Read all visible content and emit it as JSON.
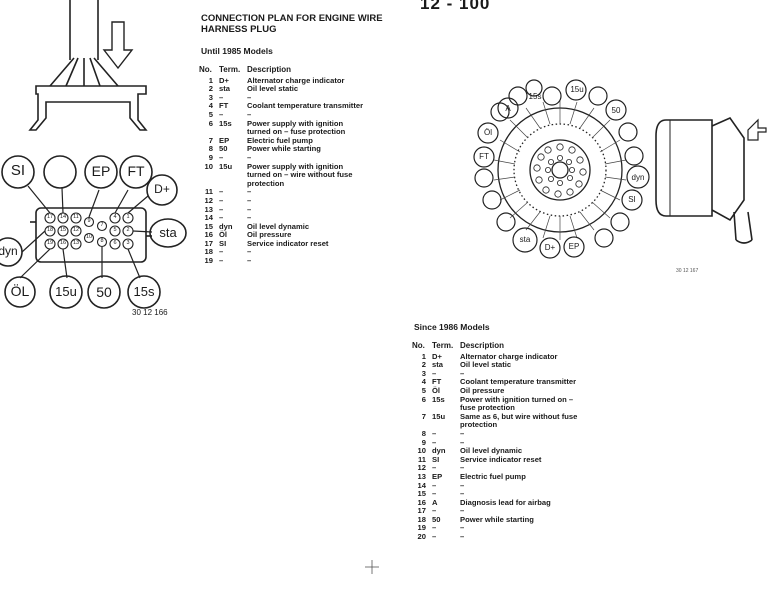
{
  "page_number": "12 - 100",
  "heading": "CONNECTION PLAN FOR ENGINE WIRE HARNESS PLUG",
  "left_plug": {
    "labels": [
      "SI",
      "EP",
      "FT",
      "D+",
      "sta",
      "dyn",
      "ÖL",
      "15u",
      "50",
      "15s"
    ],
    "pin_numbers": [
      "17",
      "14",
      "11",
      "9",
      "7",
      "4",
      "1",
      "18",
      "15",
      "12",
      "10",
      "5",
      "2",
      "19",
      "16",
      "13",
      "8",
      "6",
      "3"
    ],
    "reference": "30 12 166"
  },
  "table_until_1985": {
    "title": "Until 1985 Models",
    "headers": [
      "No.",
      "Term.",
      "Description"
    ],
    "rows": [
      {
        "no": "1",
        "term": "D+",
        "desc": "Alternator charge indicator"
      },
      {
        "no": "2",
        "term": "sta",
        "desc": "Oil level static"
      },
      {
        "no": "3",
        "term": "–",
        "desc": "–"
      },
      {
        "no": "4",
        "term": "FT",
        "desc": "Coolant temperature transmitter"
      },
      {
        "no": "5",
        "term": "–",
        "desc": "–"
      },
      {
        "no": "6",
        "term": "15s",
        "desc": "Power supply with ignition turned on – fuse protection"
      },
      {
        "no": "7",
        "term": "EP",
        "desc": "Electric fuel pump"
      },
      {
        "no": "8",
        "term": "50",
        "desc": "Power while starting"
      },
      {
        "no": "9",
        "term": "–",
        "desc": "–"
      },
      {
        "no": "10",
        "term": "15u",
        "desc": "Power supply with ignition turned on – wire without fuse protection"
      },
      {
        "no": "11",
        "term": "–",
        "desc": "–"
      },
      {
        "no": "12",
        "term": "–",
        "desc": "–"
      },
      {
        "no": "13",
        "term": "–",
        "desc": "–"
      },
      {
        "no": "14",
        "term": "–",
        "desc": "–"
      },
      {
        "no": "15",
        "term": "dyn",
        "desc": "Oil level dynamic"
      },
      {
        "no": "16",
        "term": "Öl",
        "desc": "Oil pressure"
      },
      {
        "no": "17",
        "term": "SI",
        "desc": "Service indicator reset"
      },
      {
        "no": "18",
        "term": "–",
        "desc": "–"
      },
      {
        "no": "19",
        "term": "–",
        "desc": "–"
      }
    ]
  },
  "right_plug": {
    "labels": [
      "15u",
      "15s",
      "50",
      "A",
      "Öl",
      "FT",
      "dyn",
      "SI",
      "sta",
      "D+",
      "EP"
    ],
    "reference": "30 12 167"
  },
  "table_since_1986": {
    "title": "Since 1986 Models",
    "headers": [
      "No.",
      "Term.",
      "Description"
    ],
    "rows": [
      {
        "no": "1",
        "term": "D+",
        "desc": "Alternator charge indicator"
      },
      {
        "no": "2",
        "term": "sta",
        "desc": "Oil level static"
      },
      {
        "no": "3",
        "term": "–",
        "desc": "–"
      },
      {
        "no": "4",
        "term": "FT",
        "desc": "Coolant temperature transmitter"
      },
      {
        "no": "5",
        "term": "Öl",
        "desc": "Oil pressure"
      },
      {
        "no": "6",
        "term": "15s",
        "desc": "Power with ignition turned on – fuse protection"
      },
      {
        "no": "7",
        "term": "15u",
        "desc": "Same as 6, but wire without fuse protection"
      },
      {
        "no": "8",
        "term": "–",
        "desc": "–"
      },
      {
        "no": "9",
        "term": "–",
        "desc": "–"
      },
      {
        "no": "10",
        "term": "dyn",
        "desc": "Oil level dynamic"
      },
      {
        "no": "11",
        "term": "SI",
        "desc": "Service indicator reset"
      },
      {
        "no": "12",
        "term": "–",
        "desc": "–"
      },
      {
        "no": "13",
        "term": "EP",
        "desc": "Electric fuel pump"
      },
      {
        "no": "14",
        "term": "–",
        "desc": "–"
      },
      {
        "no": "15",
        "term": "–",
        "desc": "–"
      },
      {
        "no": "16",
        "term": "A",
        "desc": "Diagnosis lead for airbag"
      },
      {
        "no": "17",
        "term": "–",
        "desc": "–"
      },
      {
        "no": "18",
        "term": "50",
        "desc": "Power while starting"
      },
      {
        "no": "19",
        "term": "–",
        "desc": "–"
      },
      {
        "no": "20",
        "term": "–",
        "desc": "–"
      }
    ]
  }
}
